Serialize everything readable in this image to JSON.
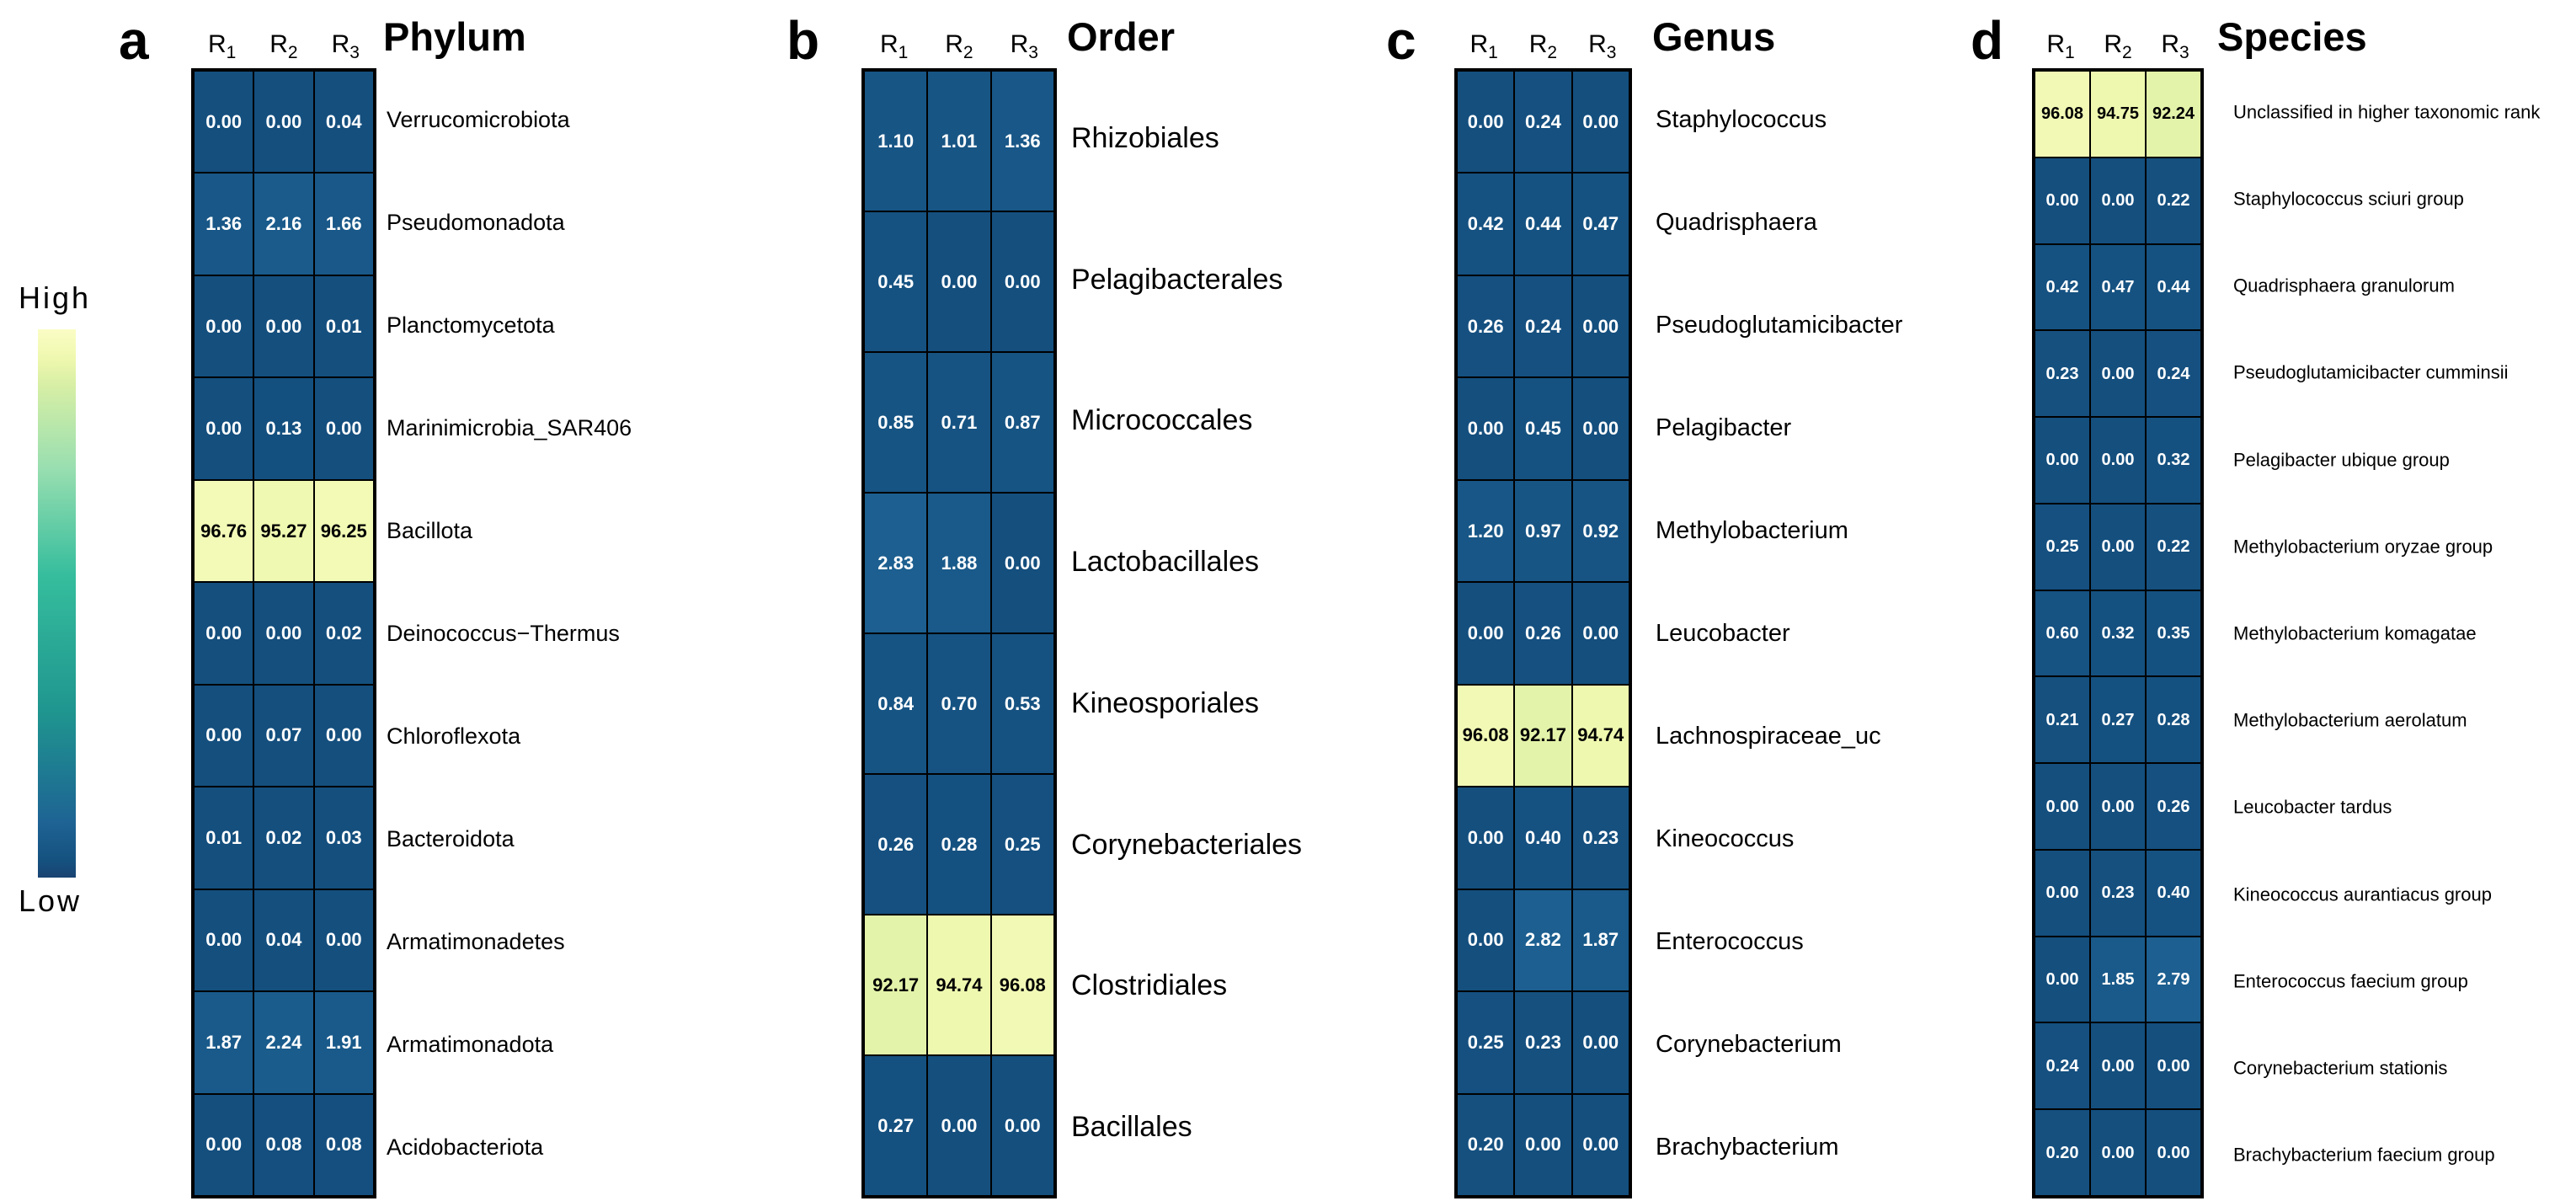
{
  "figure": {
    "description": "Four heatmap panels of relative abundance (columns R1-R3) at Phylum, Order, Genus and Species taxonomic ranks"
  },
  "columns": [
    {
      "base": "R",
      "sub": "1"
    },
    {
      "base": "R",
      "sub": "2"
    },
    {
      "base": "R",
      "sub": "3"
    }
  ],
  "legend": {
    "high_label": "High",
    "low_label": "Low"
  },
  "colors": {
    "background": "#ffffff",
    "border": "#000000",
    "cell_base_blue": "#144f7e",
    "cell_high_yellow": "#f6fbb0",
    "value_text_on_dark": "#ffffff",
    "value_text_on_light": "#000000",
    "scale_stops": [
      [
        0.0,
        "#144f7e"
      ],
      [
        0.035,
        "#1e6394"
      ],
      [
        0.3,
        "#1f958f"
      ],
      [
        0.55,
        "#35bd9d"
      ],
      [
        0.75,
        "#9adfb0"
      ],
      [
        0.9,
        "#d8efa5"
      ],
      [
        0.945,
        "#eef8ae"
      ],
      [
        1.0,
        "#fbfdc5"
      ]
    ],
    "legend_gradient_top_to_bottom": [
      [
        "#fbfdc5",
        0
      ],
      [
        "#eef8ae",
        5.5
      ],
      [
        "#d8efa5",
        10
      ],
      [
        "#9adfb0",
        25
      ],
      [
        "#35bd9d",
        45
      ],
      [
        "#1f958f",
        70
      ],
      [
        "#1e6394",
        90
      ],
      [
        "#15517f",
        97
      ],
      [
        "#1a4372",
        100
      ]
    ]
  },
  "chart_data": [
    {
      "type": "heatmap",
      "panel_letter": "a",
      "title": "Phylum",
      "columns": [
        "R1",
        "R2",
        "R3"
      ],
      "values_range": [
        0,
        100
      ],
      "colormap": "yellow=High, dark blue=Low",
      "rows": [
        {
          "label": "Verrucomicrobiota",
          "values": [
            "0.00",
            "0.00",
            "0.04"
          ]
        },
        {
          "label": "Pseudomonadota",
          "values": [
            "1.36",
            "2.16",
            "1.66"
          ]
        },
        {
          "label": "Planctomycetota",
          "values": [
            "0.00",
            "0.00",
            "0.01"
          ]
        },
        {
          "label": "Marinimicrobia_SAR406",
          "values": [
            "0.00",
            "0.13",
            "0.00"
          ]
        },
        {
          "label": "Bacillota",
          "values": [
            "96.76",
            "95.27",
            "96.25"
          ]
        },
        {
          "label": "Deinococcus−Thermus",
          "values": [
            "0.00",
            "0.00",
            "0.02"
          ]
        },
        {
          "label": "Chloroflexota",
          "values": [
            "0.00",
            "0.07",
            "0.00"
          ]
        },
        {
          "label": "Bacteroidota",
          "values": [
            "0.01",
            "0.02",
            "0.03"
          ]
        },
        {
          "label": "Armatimonadetes",
          "values": [
            "0.00",
            "0.04",
            "0.00"
          ]
        },
        {
          "label": "Armatimonadota",
          "values": [
            "1.87",
            "2.24",
            "1.91"
          ]
        },
        {
          "label": "Acidobacteriota",
          "values": [
            "0.00",
            "0.08",
            "0.08"
          ]
        }
      ]
    },
    {
      "type": "heatmap",
      "panel_letter": "b",
      "title": "Order",
      "columns": [
        "R1",
        "R2",
        "R3"
      ],
      "values_range": [
        0,
        100
      ],
      "colormap": "yellow=High, dark blue=Low",
      "rows": [
        {
          "label": "Rhizobiales",
          "values": [
            "1.10",
            "1.01",
            "1.36"
          ]
        },
        {
          "label": "Pelagibacterales",
          "values": [
            "0.45",
            "0.00",
            "0.00"
          ]
        },
        {
          "label": "Micrococcales",
          "values": [
            "0.85",
            "0.71",
            "0.87"
          ]
        },
        {
          "label": "Lactobacillales",
          "values": [
            "2.83",
            "1.88",
            "0.00"
          ]
        },
        {
          "label": "Kineosporiales",
          "values": [
            "0.84",
            "0.70",
            "0.53"
          ]
        },
        {
          "label": "Corynebacteriales",
          "values": [
            "0.26",
            "0.28",
            "0.25"
          ]
        },
        {
          "label": "Clostridiales",
          "values": [
            "92.17",
            "94.74",
            "96.08"
          ]
        },
        {
          "label": "Bacillales",
          "values": [
            "0.27",
            "0.00",
            "0.00"
          ]
        }
      ]
    },
    {
      "type": "heatmap",
      "panel_letter": "c",
      "title": "Genus",
      "columns": [
        "R1",
        "R2",
        "R3"
      ],
      "values_range": [
        0,
        100
      ],
      "colormap": "yellow=High, dark blue=Low",
      "rows": [
        {
          "label": "Staphylococcus",
          "values": [
            "0.00",
            "0.24",
            "0.00"
          ]
        },
        {
          "label": "Quadrisphaera",
          "values": [
            "0.42",
            "0.44",
            "0.47"
          ]
        },
        {
          "label": "Pseudoglutamicibacter",
          "values": [
            "0.26",
            "0.24",
            "0.00"
          ]
        },
        {
          "label": "Pelagibacter",
          "values": [
            "0.00",
            "0.45",
            "0.00"
          ]
        },
        {
          "label": "Methylobacterium",
          "values": [
            "1.20",
            "0.97",
            "0.92"
          ]
        },
        {
          "label": "Leucobacter",
          "values": [
            "0.00",
            "0.26",
            "0.00"
          ]
        },
        {
          "label": "Lachnospiraceae_uc",
          "values": [
            "96.08",
            "92.17",
            "94.74"
          ]
        },
        {
          "label": "Kineococcus",
          "values": [
            "0.00",
            "0.40",
            "0.23"
          ]
        },
        {
          "label": "Enterococcus",
          "values": [
            "0.00",
            "2.82",
            "1.87"
          ]
        },
        {
          "label": "Corynebacterium",
          "values": [
            "0.25",
            "0.23",
            "0.00"
          ]
        },
        {
          "label": "Brachybacterium",
          "values": [
            "0.20",
            "0.00",
            "0.00"
          ]
        }
      ]
    },
    {
      "type": "heatmap",
      "panel_letter": "d",
      "title": "Species",
      "columns": [
        "R1",
        "R2",
        "R3"
      ],
      "values_range": [
        0,
        100
      ],
      "colormap": "yellow=High, dark blue=Low",
      "rows": [
        {
          "label": "Unclassified in higher taxonomic rank",
          "values": [
            "96.08",
            "94.75",
            "92.24"
          ]
        },
        {
          "label": "Staphylococcus sciuri group",
          "values": [
            "0.00",
            "0.00",
            "0.22"
          ]
        },
        {
          "label": "Quadrisphaera granulorum",
          "values": [
            "0.42",
            "0.47",
            "0.44"
          ]
        },
        {
          "label": "Pseudoglutamicibacter cumminsii",
          "values": [
            "0.23",
            "0.00",
            "0.24"
          ]
        },
        {
          "label": "Pelagibacter ubique group",
          "values": [
            "0.00",
            "0.00",
            "0.32"
          ]
        },
        {
          "label": "Methylobacterium oryzae group",
          "values": [
            "0.25",
            "0.00",
            "0.22"
          ]
        },
        {
          "label": "Methylobacterium komagatae",
          "values": [
            "0.60",
            "0.32",
            "0.35"
          ]
        },
        {
          "label": "Methylobacterium aerolatum",
          "values": [
            "0.21",
            "0.27",
            "0.28"
          ]
        },
        {
          "label": "Leucobacter tardus",
          "values": [
            "0.00",
            "0.00",
            "0.26"
          ]
        },
        {
          "label": "Kineococcus aurantiacus group",
          "values": [
            "0.00",
            "0.23",
            "0.40"
          ]
        },
        {
          "label": "Enterococcus faecium group",
          "values": [
            "0.00",
            "1.85",
            "2.79"
          ]
        },
        {
          "label": "Corynebacterium stationis",
          "values": [
            "0.24",
            "0.00",
            "0.00"
          ]
        },
        {
          "label": "Brachybacterium faecium group",
          "values": [
            "0.20",
            "0.00",
            "0.00"
          ]
        }
      ]
    }
  ]
}
